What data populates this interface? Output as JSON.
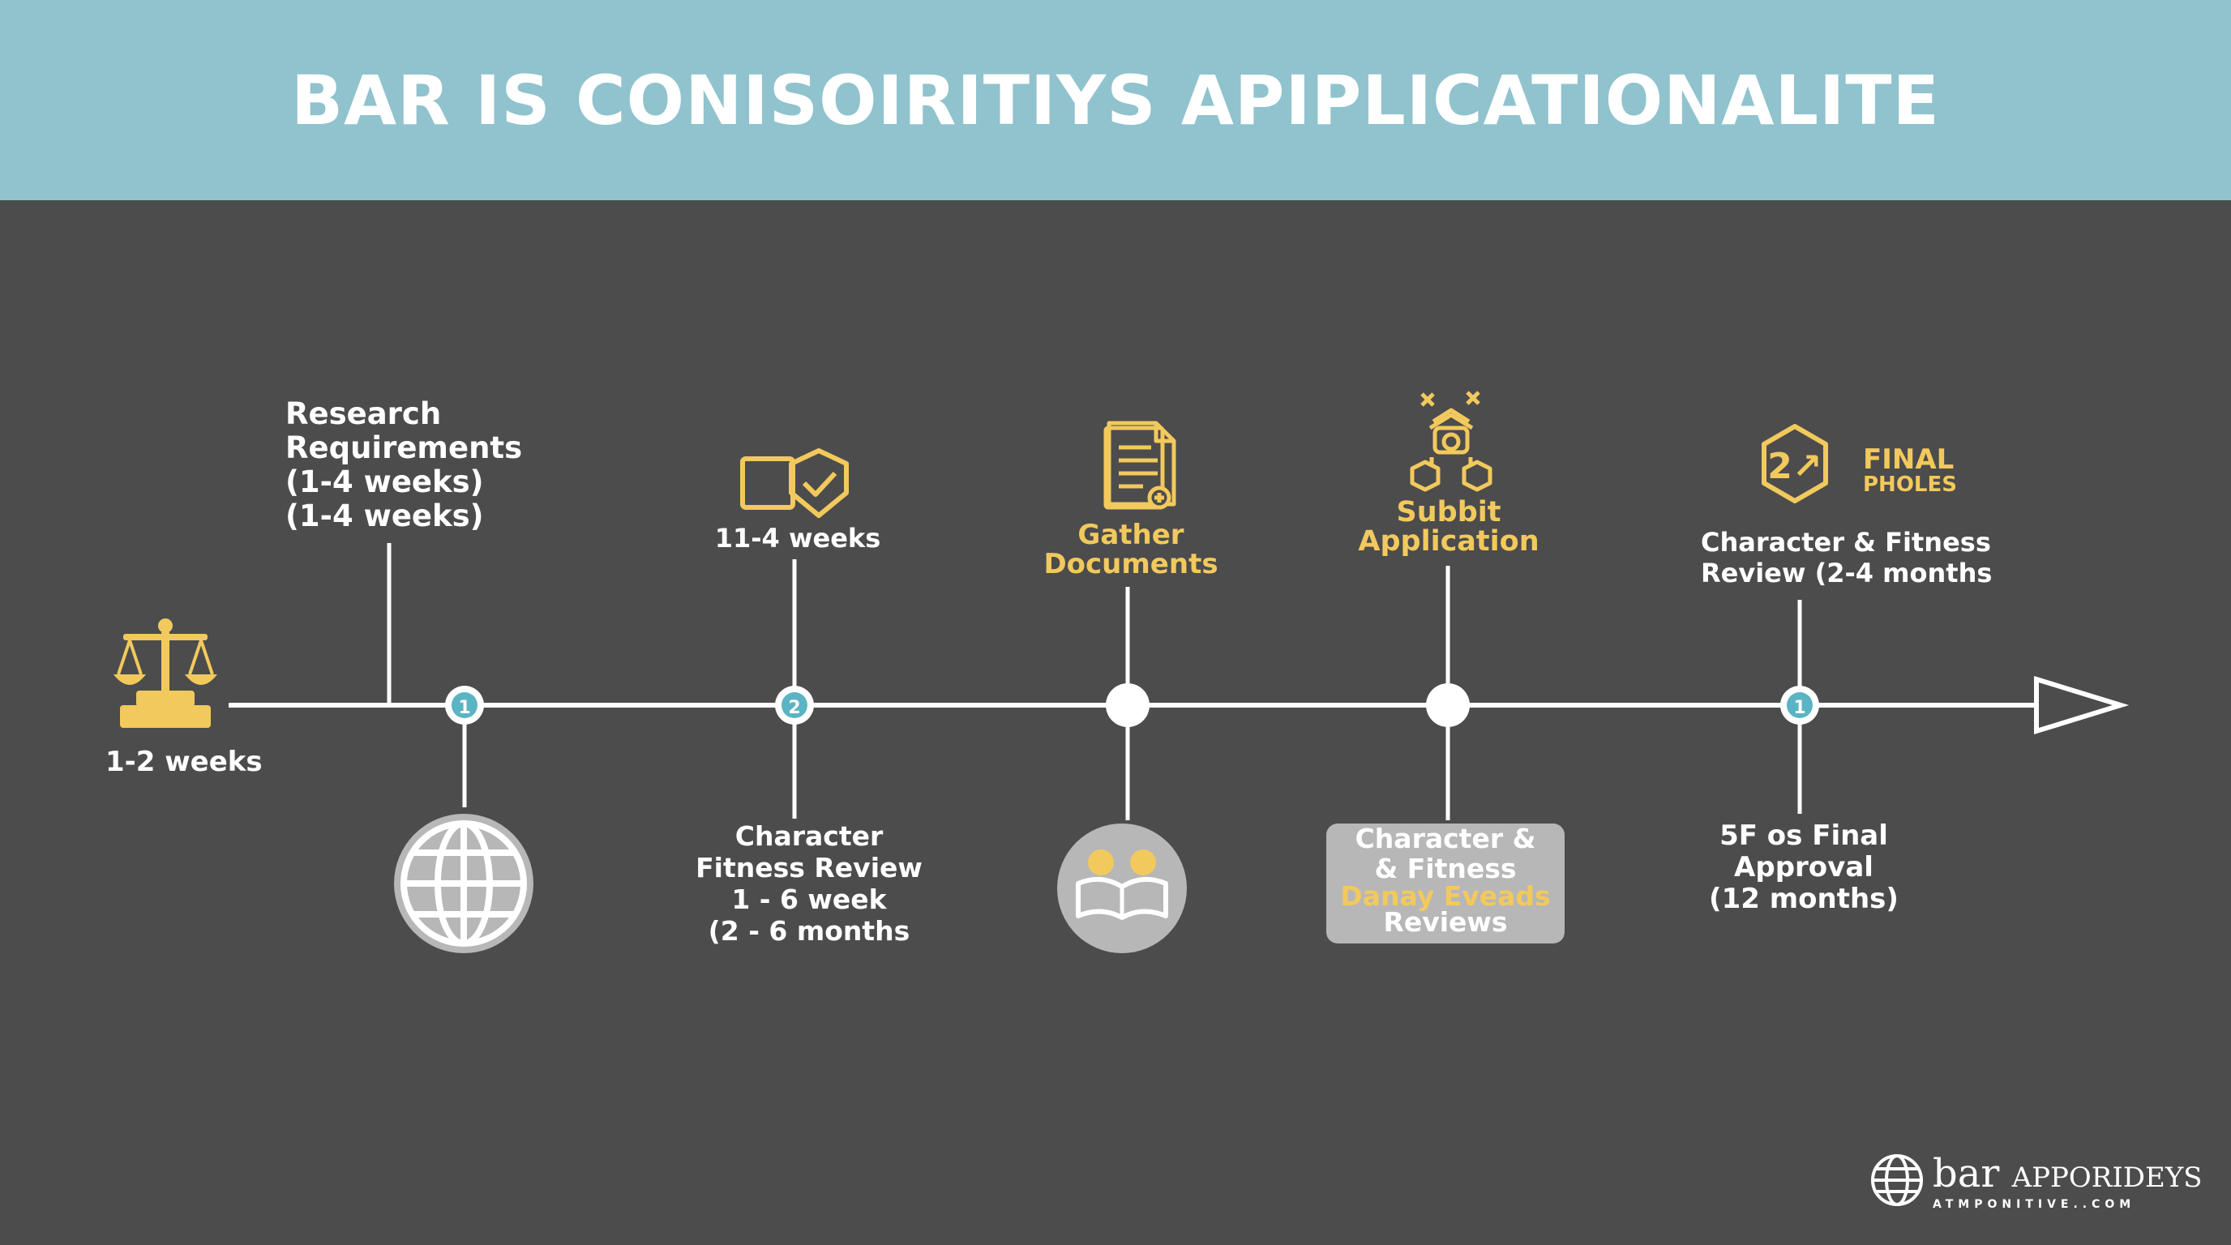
{
  "header": {
    "title": "BAR IS CONISOIRITIYS APIPLICATIONALITE"
  },
  "colors": {
    "header_bg": "#90c3cd",
    "background": "#4c4c4d",
    "accent_gold": "#f2c95c",
    "accent_teal": "#5ab4c3",
    "line": "#ffffff"
  },
  "labels": {
    "start_duration": "1-2 weeks",
    "research": "Research\nRequirements\n(1-4 weeks)\n(1-4 weeks)",
    "step2_duration": "11-4 weeks",
    "gather": "Gather\nDocuments",
    "submit": "Subbit\nApplication",
    "final_badge_line1": "FINAL",
    "final_badge_line2": "PHOLES",
    "final_badge_glyph": "2↗",
    "fitness_top": "Character & Fitness\n Review (2-4 months",
    "character_bottom": "Character\nFitness Review\n  1 - 6 week\n(2 - 6 months",
    "approval": "5F os Final\nApproval\n(12 months)"
  },
  "review_box": {
    "line1": "Character &",
    "line2": "& Fitness",
    "line3": "Danay Eveads",
    "line4": "Reviews"
  },
  "nodes": [
    {
      "id": "node-1",
      "number": "1"
    },
    {
      "id": "node-2",
      "number": "2"
    },
    {
      "id": "node-3",
      "number": ""
    },
    {
      "id": "node-4",
      "number": ""
    },
    {
      "id": "node-5",
      "number": "1"
    }
  ],
  "brand": {
    "name_main": "bar",
    "name_rest": "APPORIDEYS",
    "sub": "ATMPONITIVE..COM"
  },
  "icons": [
    "scales-icon",
    "globe-icon",
    "checkbox-icon",
    "document-icon",
    "book-readers-icon",
    "network-icon",
    "hexagon-badge-icon",
    "brand-globe-icon"
  ]
}
